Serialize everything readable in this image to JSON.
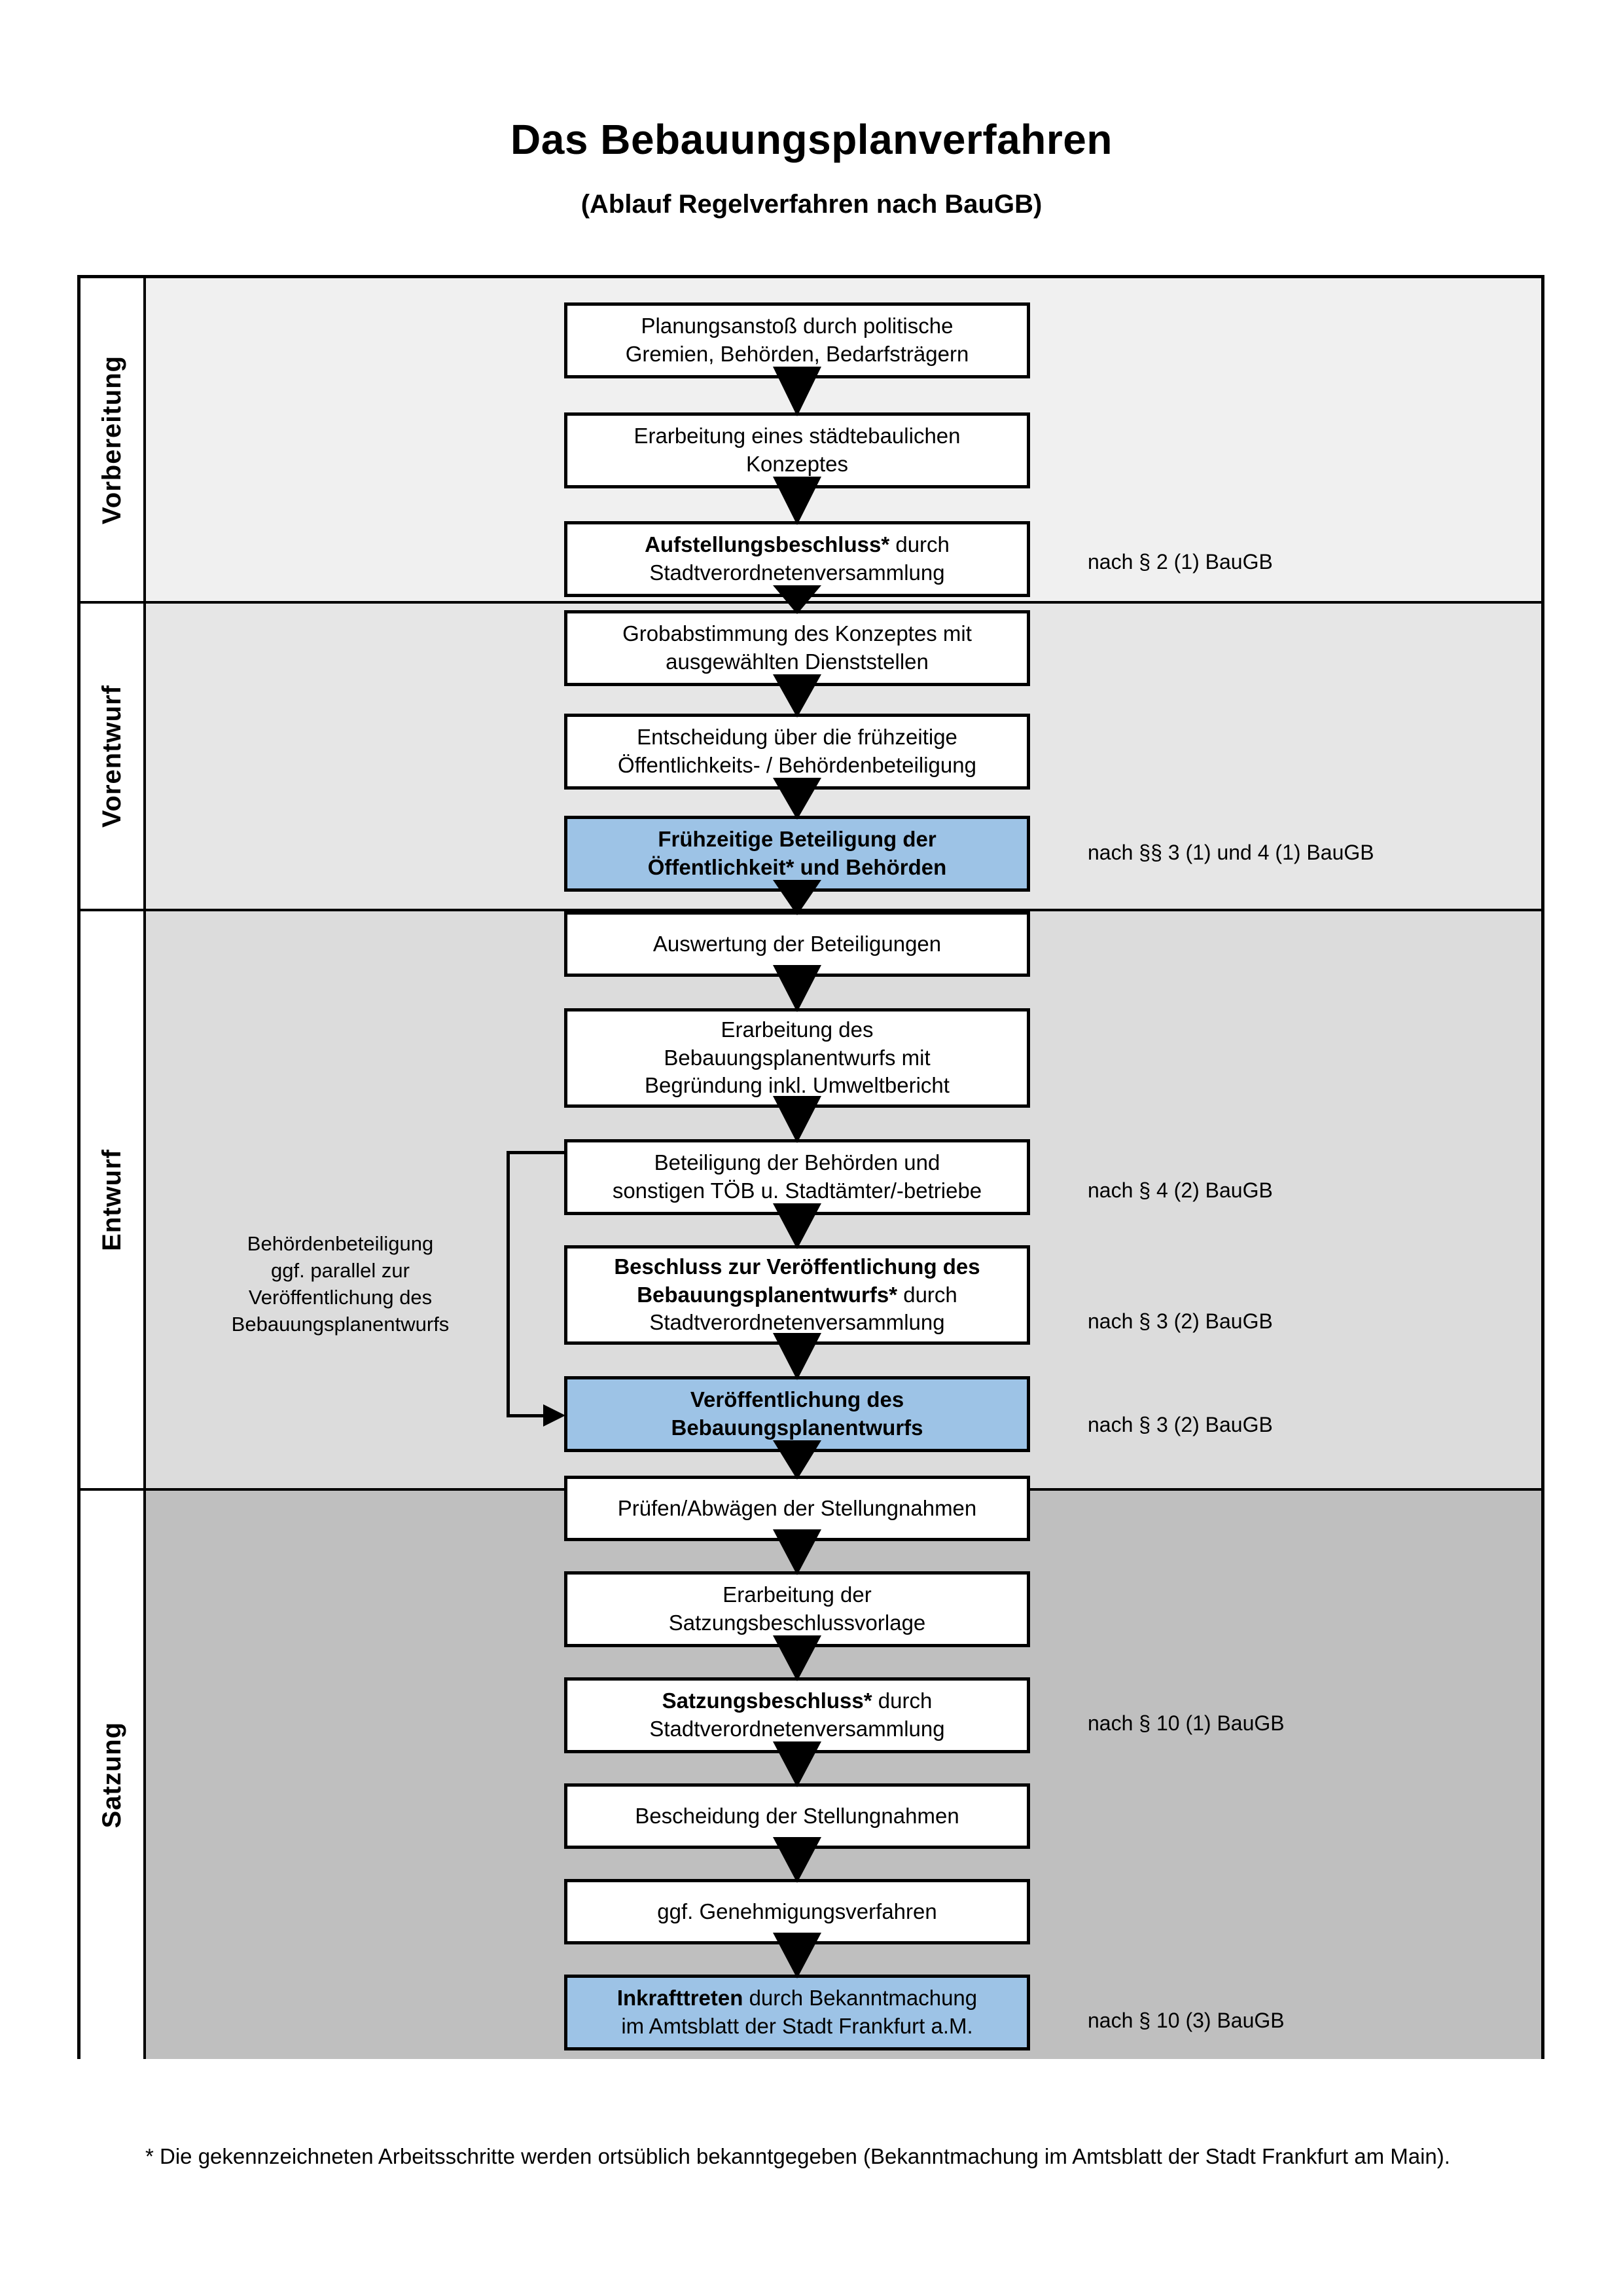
{
  "header": {
    "title": "Das Bebauungsplanverfahren",
    "subtitle": "(Ablauf Regelverfahren nach BauGB)"
  },
  "colors": {
    "highlight_box": "#9DC3E6",
    "band_vorbereitung": "#F0F0F0",
    "band_vorentwurf": "#E6E6E6",
    "band_entwurf": "#DCDCDC",
    "band_satzung": "#BFBFBF",
    "border": "#000000"
  },
  "sections": [
    {
      "id": "vorbereitung",
      "label": "Vorbereitung",
      "band_color": "#F0F0F0",
      "steps": [
        {
          "id": "planungsanstoss",
          "lines": [
            "Planungsanstoß durch politische",
            "Gremien, Behörden, Bedarfsträgern"
          ],
          "highlight": false,
          "bold_prefix": ""
        },
        {
          "id": "staedtebauliches-konzept",
          "lines": [
            "Erarbeitung eines städtebaulichen",
            "Konzeptes"
          ],
          "highlight": false,
          "bold_prefix": ""
        },
        {
          "id": "aufstellungsbeschluss",
          "lines": [
            "Aufstellungsbeschluss* durch",
            "Stadtverordnetenversammlung"
          ],
          "highlight": false,
          "bold_prefix": "Aufstellungsbeschluss*"
        }
      ],
      "law_refs": [
        {
          "id": "ref-par-2-1",
          "text": "nach § 2 (1) BauGB"
        }
      ]
    },
    {
      "id": "vorentwurf",
      "label": "Vorentwurf",
      "band_color": "#E6E6E6",
      "steps": [
        {
          "id": "grobabstimmung",
          "lines": [
            "Grobabstimmung des Konzeptes mit",
            "ausgewählten Dienststellen"
          ],
          "highlight": false,
          "bold_prefix": ""
        },
        {
          "id": "entscheidung-fruehzeitige",
          "lines": [
            "Entscheidung über die frühzeitige",
            "Öffentlichkeits- / Behördenbeteiligung"
          ],
          "highlight": false,
          "bold_prefix": ""
        },
        {
          "id": "fruehzeitige-beteiligung",
          "lines": [
            "Frühzeitige Beteiligung der",
            "Öffentlichkeit* und Behörden"
          ],
          "highlight": true,
          "bold_prefix": "ALL"
        }
      ],
      "law_refs": [
        {
          "id": "ref-par-3-1-4-1",
          "text": "nach §§ 3 (1) und 4 (1) BauGB"
        }
      ]
    },
    {
      "id": "entwurf",
      "label": "Entwurf",
      "band_color": "#DCDCDC",
      "steps": [
        {
          "id": "auswertung-beteiligungen",
          "lines": [
            "Auswertung der Beteiligungen"
          ],
          "highlight": false,
          "bold_prefix": ""
        },
        {
          "id": "erarbeitung-bplan-entwurf",
          "lines": [
            "Erarbeitung des",
            "Bebauungsplanentwurfs mit",
            "Begründung inkl. Umweltbericht"
          ],
          "highlight": false,
          "bold_prefix": ""
        },
        {
          "id": "beteiligung-behoerden-toeb",
          "lines": [
            "Beteiligung der Behörden und",
            "sonstigen TÖB u. Stadtämter/-betriebe"
          ],
          "highlight": false,
          "bold_prefix": ""
        },
        {
          "id": "beschluss-veroeffentlichung",
          "lines": [
            "Beschluss zur Veröffentlichung des",
            "Bebauungsplanentwurfs* durch",
            "Stadtverordnetenversammlung"
          ],
          "highlight": false,
          "bold_prefix": "Beschluss zur Veröffentlichung des Bebauungsplanentwurfs*"
        },
        {
          "id": "veroeffentlichung-bplan",
          "lines": [
            "Veröffentlichung des",
            "Bebauungsplanentwurfs"
          ],
          "highlight": true,
          "bold_prefix": "ALL"
        }
      ],
      "law_refs": [
        {
          "id": "ref-par-4-2",
          "text": "nach § 4 (2) BauGB"
        },
        {
          "id": "ref-par-3-2-a",
          "text": "nach § 3 (2) BauGB"
        },
        {
          "id": "ref-par-3-2-b",
          "text": "nach § 3 (2) BauGB"
        }
      ],
      "side_note": {
        "id": "behoerdenbeteiligung-parallel",
        "lines": [
          "Behördenbeteiligung",
          "ggf. parallel zur",
          "Veröffentlichung des",
          "Bebauungsplanentwurfs"
        ]
      }
    },
    {
      "id": "satzung",
      "label": "Satzung",
      "band_color": "#BFBFBF",
      "steps": [
        {
          "id": "pruefen-abwaegen",
          "lines": [
            "Prüfen/Abwägen der Stellungnahmen"
          ],
          "highlight": false,
          "bold_prefix": ""
        },
        {
          "id": "erarbeitung-satzungsvorlage",
          "lines": [
            "Erarbeitung der",
            "Satzungsbeschlussvorlage"
          ],
          "highlight": false,
          "bold_prefix": ""
        },
        {
          "id": "satzungsbeschluss",
          "lines": [
            "Satzungsbeschluss* durch",
            "Stadtverordnetenversammlung"
          ],
          "highlight": false,
          "bold_prefix": "Satzungsbeschluss*"
        },
        {
          "id": "bescheidung-stellungnahmen",
          "lines": [
            "Bescheidung der Stellungnahmen"
          ],
          "highlight": false,
          "bold_prefix": ""
        },
        {
          "id": "genehmigungsverfahren",
          "lines": [
            "ggf. Genehmigungsverfahren"
          ],
          "highlight": false,
          "bold_prefix": ""
        },
        {
          "id": "inkrafttreten",
          "lines": [
            "Inkrafttreten durch Bekanntmachung",
            "im Amtsblatt der Stadt Frankfurt a.M."
          ],
          "highlight": true,
          "bold_prefix": "Inkrafttreten"
        }
      ],
      "law_refs": [
        {
          "id": "ref-par-10-1",
          "text": "nach § 10 (1) BauGB"
        },
        {
          "id": "ref-par-10-3",
          "text": "nach § 10 (3) BauGB"
        }
      ]
    }
  ],
  "footnote": {
    "text": "* Die gekennzeichneten Arbeitsschritte werden ortsüblich bekanntgegeben (Bekanntmachung im Amtsblatt  der Stadt Frankfurt am Main)."
  }
}
